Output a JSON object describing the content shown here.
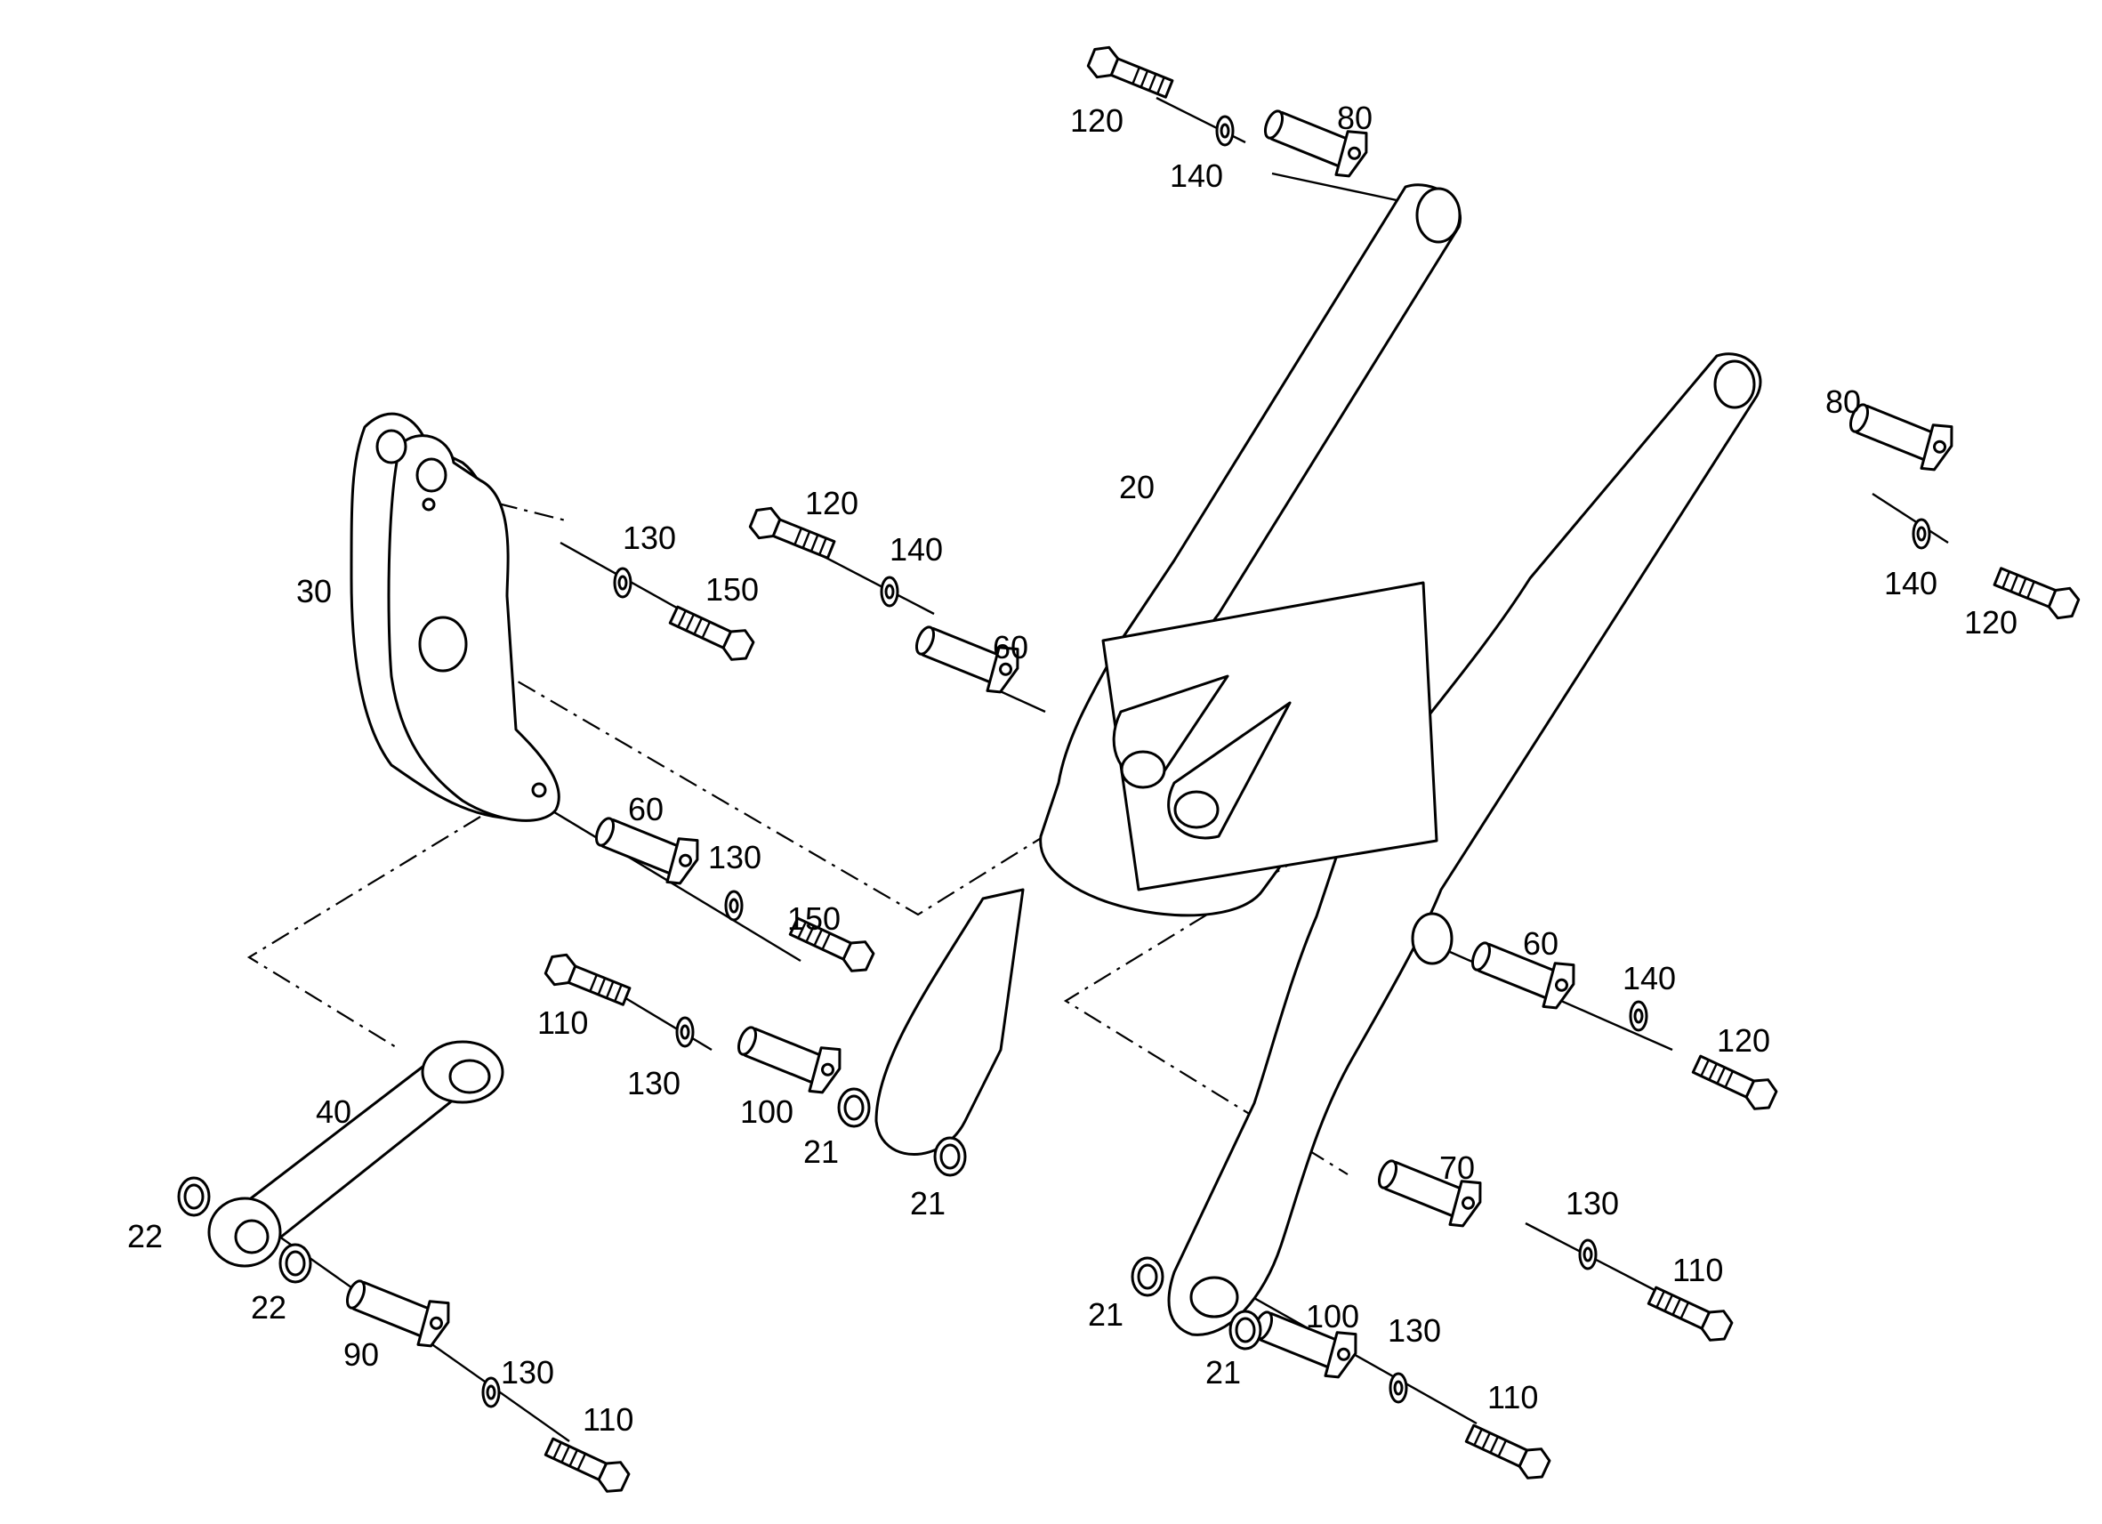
{
  "labels": {
    "l120a": "120",
    "l140a": "140",
    "l80a": "80",
    "l20": "20",
    "l30": "30",
    "l130a": "130",
    "l150a": "150",
    "l120b": "120",
    "l140b": "140",
    "l60a": "60",
    "l80b": "80",
    "l140c": "140",
    "l120c": "120",
    "l60b": "60",
    "l130b": "130",
    "l150b": "150",
    "l110a": "110",
    "l130c": "130",
    "l100a": "100",
    "l21a": "21",
    "l21b": "21",
    "l40": "40",
    "l22a": "22",
    "l22b": "22",
    "l90": "90",
    "l130d": "130",
    "l110b": "110",
    "l60c": "60",
    "l140d": "140",
    "l120d": "120",
    "l70": "70",
    "l130e": "130",
    "l110c": "110",
    "l21c": "21",
    "l21d": "21",
    "l100b": "100",
    "l130f": "130",
    "l110d": "110"
  }
}
